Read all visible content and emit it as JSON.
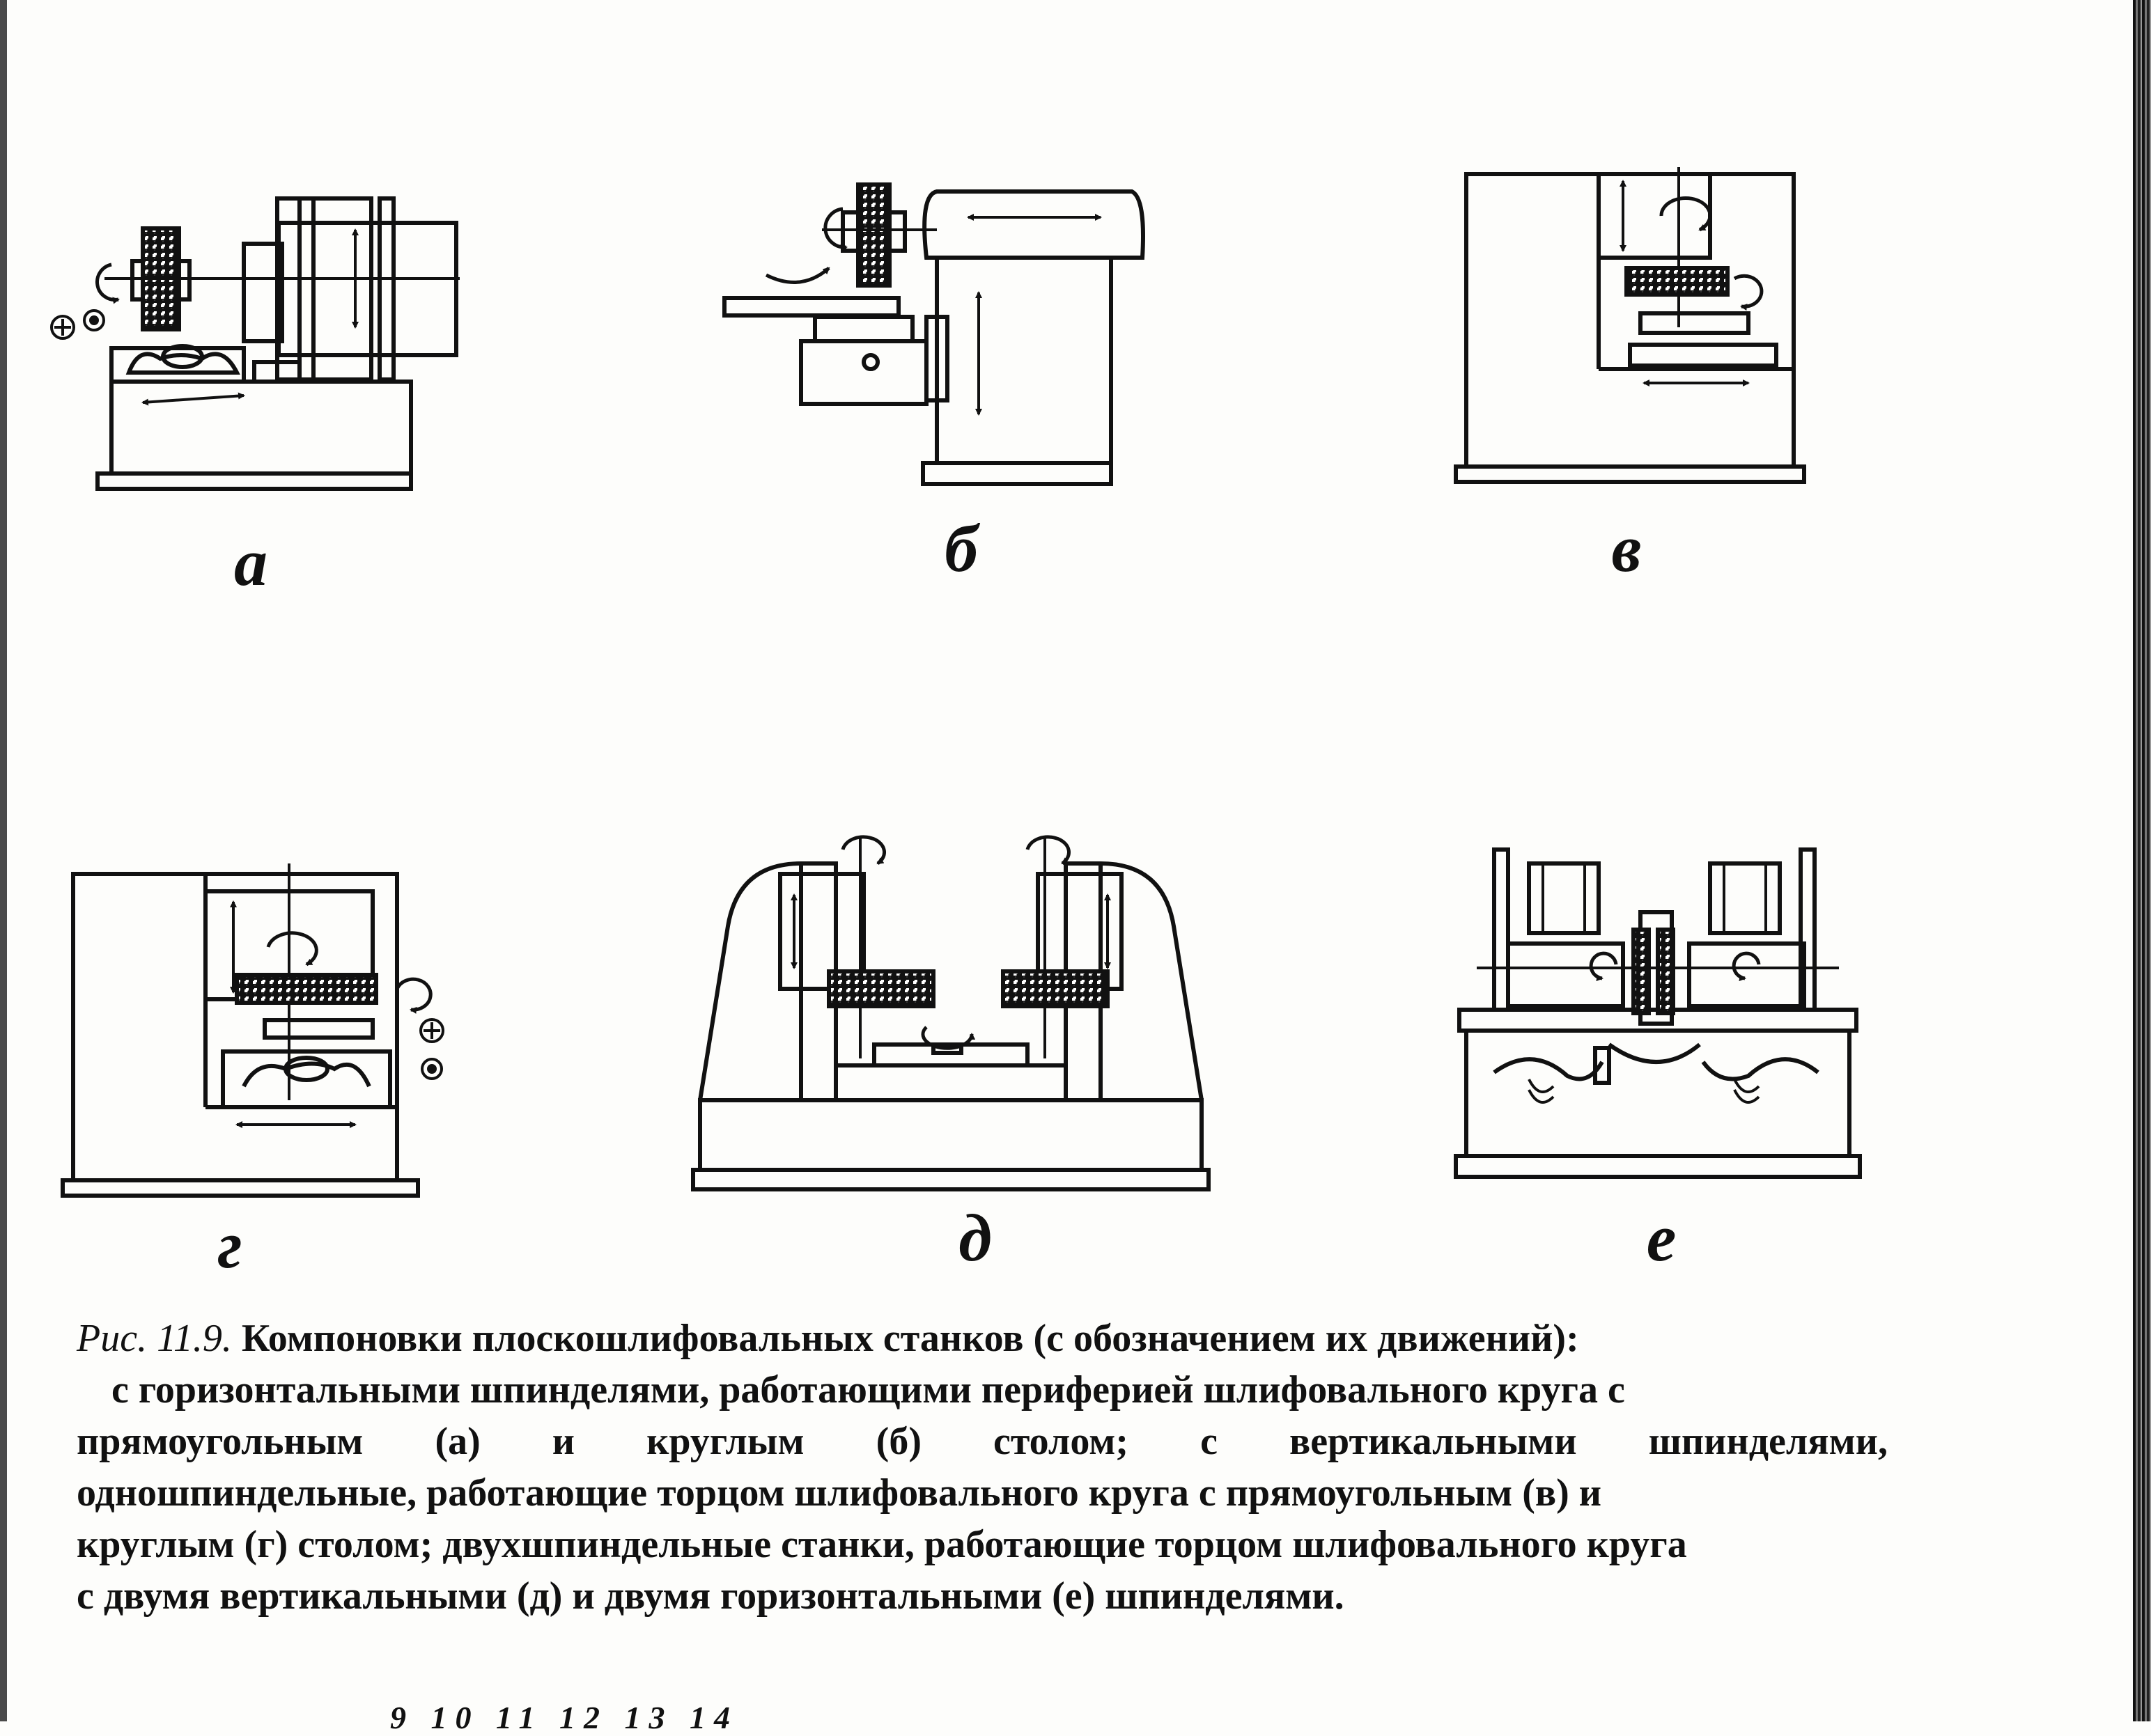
{
  "figure": {
    "labels": {
      "a": "а",
      "b": "б",
      "v": "в",
      "g": "г",
      "d": "д",
      "e": "е"
    }
  },
  "caption": {
    "number": "Рис. 11.9.",
    "title": " Компоновки плоскошлифовальных станков (с обозначением их движений):",
    "line1": "с горизонтальными шпинделями, работающими периферией шлифовального круга с",
    "line2": "прямоугольным (а) и круглым (б) столом; с вертикальными шпинделями,",
    "line3": "одношпиндельные, работающие торцом шлифовального круга с прямоугольным (в) и",
    "line4": "круглым (г) столом; двухшпиндельные станки, работающие торцом шлифовального круга",
    "line5": "с двумя вертикальными (д) и двумя горизонтальными (е) шпинделями."
  },
  "footer": {
    "numbers": "9 10 11 12 13 14"
  }
}
